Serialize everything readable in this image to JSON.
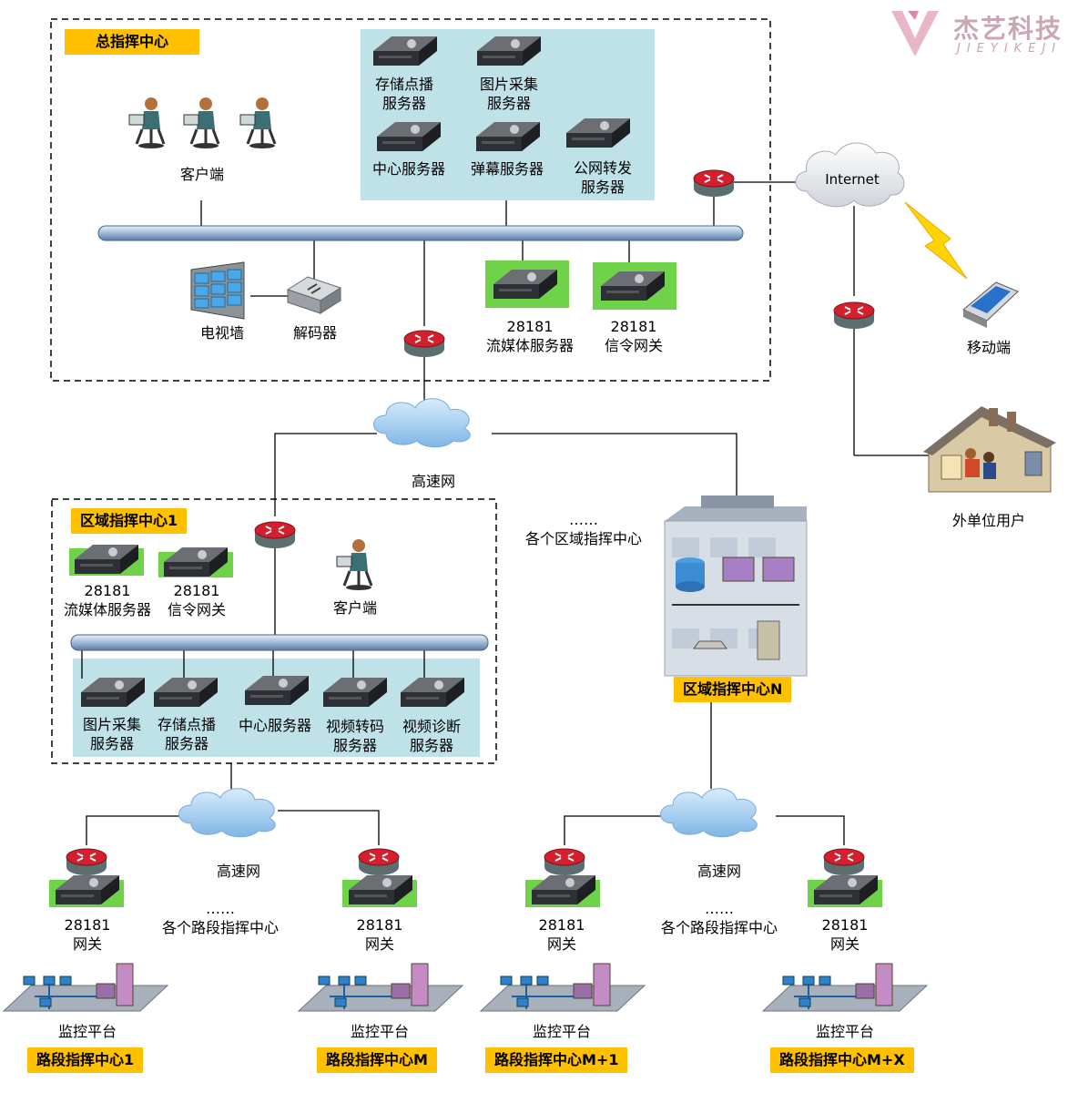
{
  "logo": {
    "name_cn": "杰艺科技",
    "name_en": "JIEYIKEJI"
  },
  "hq": {
    "title": "总指挥中心",
    "clients": "客户端",
    "tv_wall": "电视墙",
    "decoder": "解码器",
    "servers": {
      "storage_vod": "存储点播\n服务器",
      "image_collect": "图片采集\n服务器",
      "center": "中心服务器",
      "danmaku": "弹幕服务器",
      "public_forward": "公网转发\n服务器"
    },
    "media_server": "28181\n流媒体服务器",
    "signal_gateway": "28181\n信令网关"
  },
  "internet": "Internet",
  "mobile": "移动端",
  "external_user": "外单位用户",
  "highspeed_net": "高速网",
  "other_regions": "……\n各个区域指挥中心",
  "region1": {
    "title": "区域指挥中心1",
    "media_server": "28181\n流媒体服务器",
    "signal_gateway": "28181\n信令网关",
    "client": "客户端",
    "servers": {
      "image_collect": "图片采集\n服务器",
      "storage_vod": "存储点播\n服务器",
      "center": "中心服务器",
      "transcode": "视频转码\n服务器",
      "diagnosis": "视频诊断\n服务器"
    }
  },
  "regionN": {
    "title": "区域指挥中心N"
  },
  "lower_net_left": "高速网",
  "lower_net_right": "高速网",
  "other_road_left": "……\n各个路段指挥中心",
  "other_road_right": "……\n各个路段指挥中心",
  "road_centers": [
    {
      "gateway": "28181\n网关",
      "platform": "监控平台",
      "title": "路段指挥中心1"
    },
    {
      "gateway": "28181\n网关",
      "platform": "监控平台",
      "title": "路段指挥中心M"
    },
    {
      "gateway": "28181\n网关",
      "platform": "监控平台",
      "title": "路段指挥中心M+1"
    },
    {
      "gateway": "28181\n网关",
      "platform": "监控平台",
      "title": "路段指挥中心M+X"
    }
  ],
  "colors": {
    "label_bg": "#ffc000",
    "server_panel": "#bfe2e9",
    "green_device_bg": "#6fd34a",
    "bus": "#b8cce4",
    "router_red": "#d2202f",
    "cloud": "#9fcbee"
  }
}
